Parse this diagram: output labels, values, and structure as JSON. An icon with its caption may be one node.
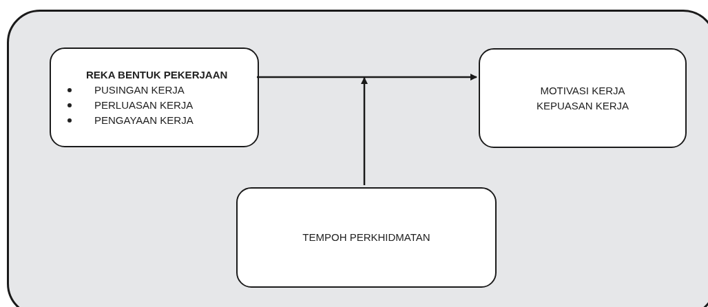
{
  "diagram": {
    "nodes": [
      {
        "text": [],
        "shape": "box"
      },
      {
        "text": [
          "REKA BENTUK PEKERJAAN",
          "PUSINGAN KERJA",
          "PERLUASAN KERJA",
          "PENGAYAAN KERJA"
        ],
        "in": 0
      },
      {
        "text": [
          "MOTIVASI KERJA",
          "KEPUASAN KERJA"
        ],
        "in": 0
      },
      {
        "text": [
          "TEMPOH PERKHIDMATAN"
        ],
        "in": 0
      }
    ],
    "edges": [
      {
        "from": 1,
        "to": 2,
        "arrow": "to"
      },
      {
        "from": 3,
        "to": null,
        "arrow": "to"
      }
    ]
  }
}
